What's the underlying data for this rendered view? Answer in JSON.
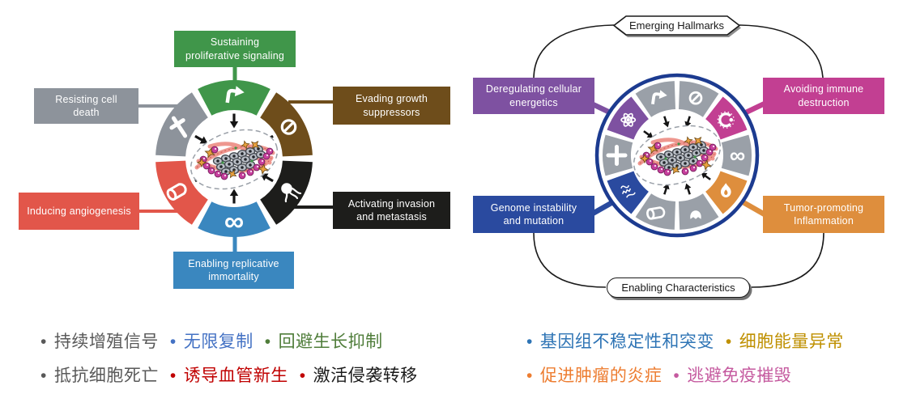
{
  "colors": {
    "white": "#ffffff",
    "arrow_black": "#141414",
    "curve_black": "#1a1a1a"
  },
  "left_diagram": {
    "hallmarks": [
      {
        "label": "Sustaining proliferative signaling",
        "color": "#40964a",
        "icon": "bent-arrow-icon"
      },
      {
        "label": "Evading growth suppressors",
        "color": "#6e4d1b",
        "icon": "prohibition-icon"
      },
      {
        "label": "Activating invasion and metastasis",
        "color": "#1d1d1b",
        "icon": "invading-cell-icon"
      },
      {
        "label": "Enabling replicative immortality",
        "color": "#3a87bf",
        "icon": "infinity-icon"
      },
      {
        "label": "Inducing angiogenesis",
        "color": "#e2564a",
        "icon": "blood-vessel-icon"
      },
      {
        "label": "Resisting cell death",
        "color": "#8d939b",
        "icon": "cross-icon"
      }
    ]
  },
  "right_diagram": {
    "top_label": "Emerging Hallmarks",
    "bottom_label": "Enabling Characteristics",
    "ring_border_color": "#1c3b90",
    "ring_gray": "#9aa0a8",
    "hallmarks": [
      {
        "label": "Deregulating cellular energetics",
        "color": "#7e51a1",
        "icon": "atom-icon"
      },
      {
        "label": "Avoiding immune destruction",
        "color": "#c23f92",
        "icon": "immune-cell-icon"
      },
      {
        "label": "Genome instability and mutation",
        "color": "#2a4a9f",
        "icon": "dna-icon"
      },
      {
        "label": "Tumor-promoting Inflammation",
        "color": "#de8e3d",
        "icon": "flame-icon"
      }
    ]
  },
  "symbols": {
    "infinity": "∞",
    "bullet": "•"
  },
  "annotations": {
    "left": {
      "rows": [
        [
          {
            "text": "持续增殖信号",
            "color": "#595959",
            "bullet": "#595959"
          },
          {
            "text": "无限复制",
            "color": "#4472c4",
            "bullet": "#4472c4"
          },
          {
            "text": "回避生长抑制",
            "color": "#4f7d3a",
            "bullet": "#4f7d3a"
          }
        ],
        [
          {
            "text": "抵抗细胞死亡",
            "color": "#595959",
            "bullet": "#595959"
          },
          {
            "text": "诱导血管新生",
            "color": "#c00000",
            "bullet": "#c00000"
          },
          {
            "text": "激活侵袭转移",
            "color": "#1a1a1a",
            "bullet": "#c00000"
          }
        ]
      ]
    },
    "right": {
      "rows": [
        [
          {
            "text": "基因组不稳定性和突变",
            "color": "#2e74b5",
            "bullet": "#2e74b5"
          },
          {
            "text": "细胞能量异常",
            "color": "#bf9000",
            "bullet": "#bf9000"
          }
        ],
        [
          {
            "text": "促进肿瘤的炎症",
            "color": "#ed7d31",
            "bullet": "#ed7d31"
          },
          {
            "text": "逃避免疫摧毁",
            "color": "#c55a9f",
            "bullet": "#c55a9f"
          }
        ]
      ]
    }
  }
}
